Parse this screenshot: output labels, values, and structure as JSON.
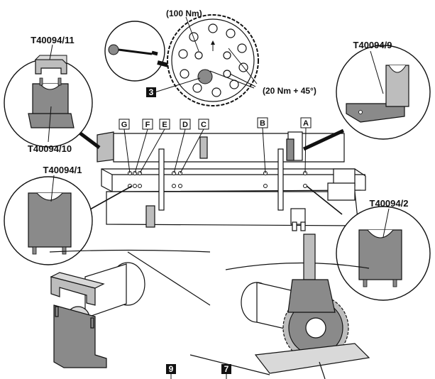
{
  "part_labels": {
    "t11": "T40094/11",
    "t10": "T40094/10",
    "t1": "T40094/1",
    "t9": "T40094/9",
    "t2": "T40094/2"
  },
  "torque_labels": {
    "first": "(100 Nm)",
    "second": "(20 Nm + 45°)"
  },
  "step_numbers": {
    "s3": "3",
    "s9": "9",
    "s7": "7"
  },
  "position_letters": [
    "G",
    "F",
    "E",
    "D",
    "C",
    "B",
    "A"
  ],
  "colors": {
    "ink": "#111111",
    "part_fill": "#8a8a8a",
    "part_light": "#bdbdbd",
    "background": "#ffffff"
  }
}
